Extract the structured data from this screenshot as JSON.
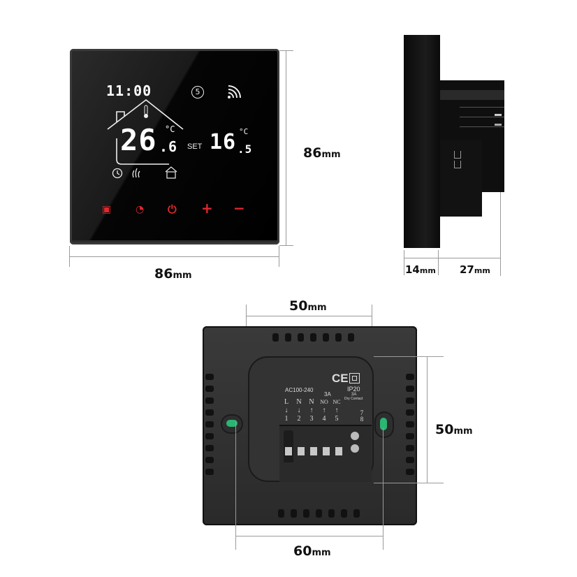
{
  "front_view": {
    "time": "11:00",
    "program_day": "5",
    "room_temp_int": "26",
    "room_temp_dec": ".6",
    "room_temp_unit": "°C",
    "set_label": "SET",
    "set_temp_int": "16",
    "set_temp_dec": ".5",
    "set_temp_unit": "°C",
    "icons": [
      "wifi-icon",
      "thermometer-icon",
      "clock-icon",
      "heating-icon",
      "away-mode-icon"
    ],
    "buttons": [
      {
        "name": "menu-button",
        "glyph": "▣"
      },
      {
        "name": "clock-button",
        "glyph": "◔"
      },
      {
        "name": "power-button",
        "glyph": "⏻"
      },
      {
        "name": "plus-button",
        "glyph": "+"
      },
      {
        "name": "minus-button",
        "glyph": "−"
      }
    ],
    "button_color": "#e0282c"
  },
  "dimensions": {
    "front_width": {
      "value": "86",
      "unit": "mm"
    },
    "front_height": {
      "value": "86",
      "unit": "mm"
    },
    "side_plate_depth": {
      "value": "14",
      "unit": "mm"
    },
    "side_body_depth": {
      "value": "27",
      "unit": "mm"
    },
    "back_mount_width": {
      "value": "50",
      "unit": "mm"
    },
    "back_mount_height": {
      "value": "50",
      "unit": "mm"
    },
    "back_hole_spacing": {
      "value": "60",
      "unit": "mm"
    }
  },
  "back_view": {
    "voltage": "AC100-240",
    "current_left": "3A",
    "ce_mark": "CE",
    "ip_rating": "IP20",
    "current_right": "3A",
    "dry_contact": "Dry Contact",
    "terminals": [
      {
        "label": "L",
        "arrow": "↓",
        "num": "1"
      },
      {
        "label": "N",
        "arrow": "↓",
        "num": "2"
      },
      {
        "label": "N",
        "arrow": "↑",
        "num": "3"
      },
      {
        "label": "NO",
        "arrow": "↑",
        "num": "4"
      },
      {
        "label": "NC",
        "arrow": "↑",
        "num": "5"
      }
    ],
    "dry_terminals": [
      "7",
      "8"
    ]
  }
}
